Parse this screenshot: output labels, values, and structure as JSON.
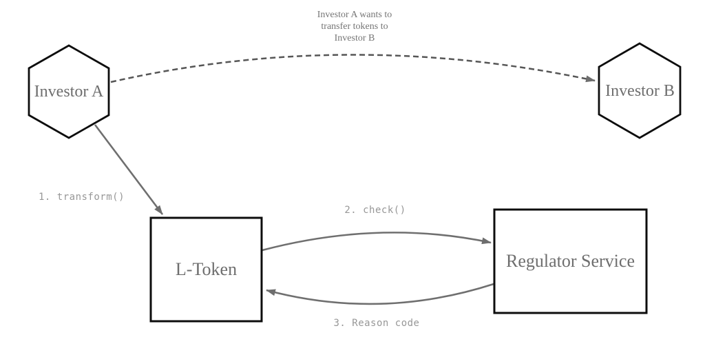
{
  "diagram": {
    "nodes": {
      "investor_a": {
        "label": "Investor A",
        "shape": "hexagon"
      },
      "investor_b": {
        "label": "Investor B",
        "shape": "hexagon"
      },
      "l_token": {
        "label": "L-Token",
        "shape": "rectangle"
      },
      "regulator": {
        "label": "Regulator Service",
        "shape": "rectangle"
      }
    },
    "edges": {
      "transfer_intent": {
        "from": "investor_a",
        "to": "investor_b",
        "style": "dashed",
        "label": "Investor A wants to\ntransfer tokens to\nInvestor B"
      },
      "transform": {
        "from": "investor_a",
        "to": "l_token",
        "style": "solid",
        "label": "1. transform()"
      },
      "check": {
        "from": "l_token",
        "to": "regulator",
        "style": "solid-curved",
        "label": "2. check()"
      },
      "reason_code": {
        "from": "regulator",
        "to": "l_token",
        "style": "solid-curved",
        "label": "3. Reason code"
      }
    },
    "colors": {
      "background": "#ffffff",
      "node_border": "#0d0d0d",
      "node_fill": "#ffffff",
      "node_text": "#6e6e6e",
      "edge_solid": "#6f6f6f",
      "edge_dashed": "#565656",
      "arrowhead": "#6e6e6e",
      "edge_label_text": "#979797",
      "note_text": "#757575"
    }
  }
}
